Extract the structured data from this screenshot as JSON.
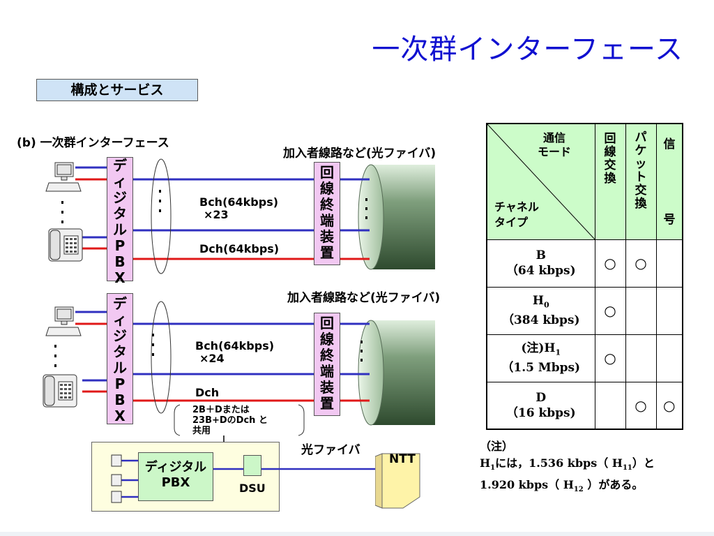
{
  "title": "一次群インターフェース",
  "subtitle": "構成とサービス",
  "section_label": "(b) 一次群インターフェース",
  "diagram1": {
    "subscriber_line": "加入者線路など(光ファイバ)",
    "pbx_chars": [
      "デ",
      "ィ",
      "ジ",
      "タ",
      "ル",
      "P",
      "B",
      "X"
    ],
    "term_chars": [
      "回",
      "線",
      "終",
      "端",
      "装",
      "置"
    ],
    "bch_label": "Bch(64kbps)",
    "bch_count": "×23",
    "dch_label": "Dch(64kbps)"
  },
  "diagram2": {
    "subscriber_line": "加入者線路など(光ファイバ)",
    "pbx_chars": [
      "デ",
      "ィ",
      "ジ",
      "タ",
      "ル",
      "P",
      "B",
      "X"
    ],
    "term_chars": [
      "回",
      "線",
      "終",
      "端",
      "装",
      "置"
    ],
    "bch_label": "Bch(64kbps)",
    "bch_count": "×24",
    "dch_label": "Dch",
    "shared_note": [
      "2B＋Dまたは",
      "23B+DのDch と",
      "共用"
    ]
  },
  "bottom": {
    "pbx_label_1": "ディジタル",
    "pbx_label_2": "PBX",
    "dsu_label": "DSU",
    "fiber_label": "光ファイバ",
    "ntt_label": "NTT"
  },
  "table": {
    "header_mode": [
      "通信",
      "モード"
    ],
    "header_channel": [
      "チャネル",
      "タイプ"
    ],
    "col_circuit": [
      "回",
      "線",
      "交",
      "換"
    ],
    "col_packet": [
      "パ",
      "ケ",
      "ッ",
      "ト",
      "交",
      "換"
    ],
    "col_signal_top": "信",
    "col_signal_bottom": "号",
    "rows": [
      {
        "type": "B",
        "rate": "（64 kbps)",
        "circuit": "○",
        "packet": "○",
        "signal": ""
      },
      {
        "type": "H0",
        "rate": "（384 kbps)",
        "circuit": "○",
        "packet": "",
        "signal": ""
      },
      {
        "type": "(注)H1",
        "rate": "（1.5 Mbps)",
        "circuit": "○",
        "packet": "",
        "signal": ""
      },
      {
        "type": "D",
        "rate": "（16 kbps)",
        "circuit": "",
        "packet": "○",
        "signal": "○"
      }
    ]
  },
  "note": {
    "heading": "（注）",
    "line1": "H1には，1.536 kbps（ H11）と",
    "line2": "1.920 kbps（ H12 ）がある。"
  },
  "colors": {
    "title": "#1010d0",
    "bch_line": "#3030c0",
    "dch_line": "#e01818",
    "pbx_fill": "#f2c8f2",
    "table_header": "#ccfcc9",
    "fiber_cylinder": "#5b7a5b"
  }
}
